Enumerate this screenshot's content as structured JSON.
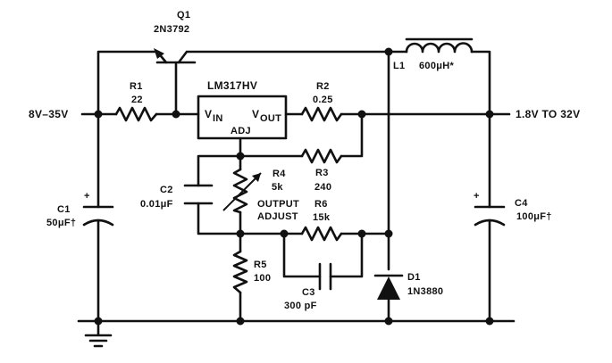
{
  "labels": {
    "input": "8V–35V",
    "output": "1.8V TO 32V",
    "regulator": "LM317HV",
    "vin_main": "V",
    "vin_sub": "IN",
    "vout_main": "V",
    "vout_sub": "OUT",
    "adj": "ADJ",
    "output_adjust_1": "OUTPUT",
    "output_adjust_2": "ADJUST"
  },
  "components": {
    "q1": {
      "ref": "Q1",
      "value": "2N3792"
    },
    "r1": {
      "ref": "R1",
      "value": "22"
    },
    "r2": {
      "ref": "R2",
      "value": "0.25"
    },
    "r3": {
      "ref": "R3",
      "value": "240"
    },
    "r4": {
      "ref": "R4",
      "value": "5k"
    },
    "r5": {
      "ref": "R5",
      "value": "100"
    },
    "r6": {
      "ref": "R6",
      "value": "15k"
    },
    "c1": {
      "ref": "C1",
      "value": "50μF†"
    },
    "c2": {
      "ref": "C2",
      "value": "0.01μF"
    },
    "c3": {
      "ref": "C3",
      "value": "300 pF"
    },
    "c4": {
      "ref": "C4",
      "value": "100μF†"
    },
    "l1": {
      "ref": "L1",
      "value": "600μH*"
    },
    "d1": {
      "ref": "D1",
      "value": "1N3880"
    }
  }
}
